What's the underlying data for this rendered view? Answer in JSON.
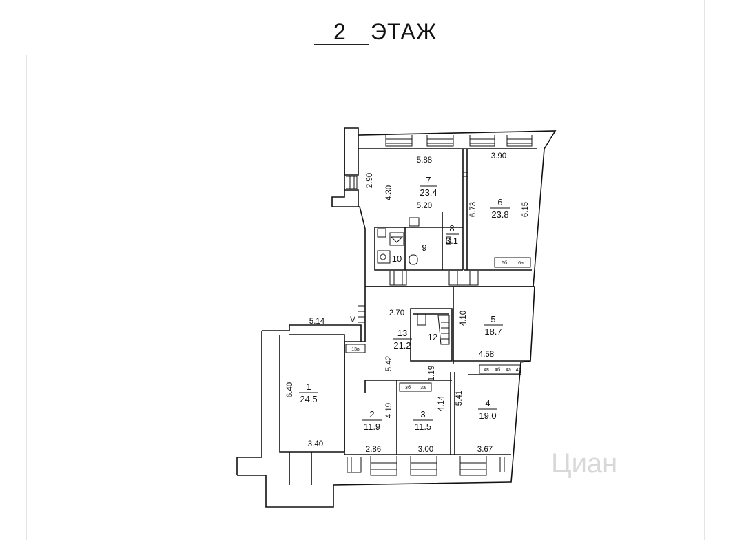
{
  "plan": {
    "floor_number": "2",
    "floor_word": "ЭТАЖ",
    "watermark": "Циан"
  },
  "rooms": [
    {
      "id": "r1",
      "number": "1",
      "area": "24.5"
    },
    {
      "id": "r2",
      "number": "2",
      "area": "11.9"
    },
    {
      "id": "r3",
      "number": "3",
      "area": "11.5"
    },
    {
      "id": "r4",
      "number": "4",
      "area": "19.0"
    },
    {
      "id": "r5",
      "number": "5",
      "area": "18.7"
    },
    {
      "id": "r6",
      "number": "6",
      "area": "23.8"
    },
    {
      "id": "r7",
      "number": "7",
      "area": "23.4"
    },
    {
      "id": "r8",
      "number": "8",
      "area": "3.1"
    },
    {
      "id": "r9",
      "number": "9",
      "area": ""
    },
    {
      "id": "r10",
      "number": "10",
      "area": ""
    },
    {
      "id": "r12",
      "number": "12",
      "area": ""
    },
    {
      "id": "r13",
      "number": "13",
      "area": "21.2"
    }
  ],
  "dimensions": [
    "5.88",
    "3.90",
    "2.90",
    "4.30",
    "5.20",
    "6.73",
    "6.15",
    "2.70",
    "4.10",
    "5.14",
    "5.42",
    "1.19",
    "6.40",
    "4.19",
    "4.14",
    "5.41",
    "4.58",
    "3.40",
    "2.86",
    "3.00",
    "3.67"
  ],
  "small_labels": [
    "13в",
    "4в",
    "4б",
    "4а",
    "4г",
    "3б",
    "3а",
    "6б",
    "6а"
  ],
  "marker": "V"
}
